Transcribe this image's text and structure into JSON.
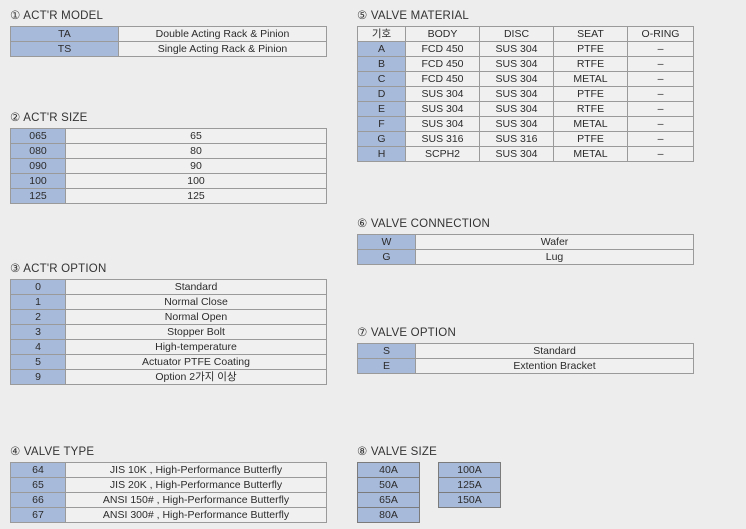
{
  "sections": {
    "actr_model": {
      "title": "① ACT'R MODEL",
      "rows": [
        {
          "code": "TA",
          "desc": "Double Acting Rack & Pinion"
        },
        {
          "code": "TS",
          "desc": "Single Acting Rack & Pinion"
        }
      ]
    },
    "actr_size": {
      "title": "② ACT'R SIZE",
      "rows": [
        {
          "code": "065",
          "desc": "65"
        },
        {
          "code": "080",
          "desc": "80"
        },
        {
          "code": "090",
          "desc": "90"
        },
        {
          "code": "100",
          "desc": "100"
        },
        {
          "code": "125",
          "desc": "125"
        }
      ]
    },
    "actr_option": {
      "title": "③ ACT'R OPTION",
      "rows": [
        {
          "code": "0",
          "desc": "Standard"
        },
        {
          "code": "1",
          "desc": "Normal Close"
        },
        {
          "code": "2",
          "desc": "Normal Open"
        },
        {
          "code": "3",
          "desc": "Stopper Bolt"
        },
        {
          "code": "4",
          "desc": "High-temperature"
        },
        {
          "code": "5",
          "desc": "Actuator PTFE Coating"
        },
        {
          "code": "9",
          "desc": "Option 2가지 이상"
        }
      ]
    },
    "valve_type": {
      "title": "④ VALVE TYPE",
      "rows": [
        {
          "code": "64",
          "desc": "JIS 10K , High-Performance Butterfly"
        },
        {
          "code": "65",
          "desc": "JIS 20K , High-Performance Butterfly"
        },
        {
          "code": "66",
          "desc": "ANSI 150# , High-Performance Butterfly"
        },
        {
          "code": "67",
          "desc": "ANSI 300# , High-Performance Butterfly"
        }
      ]
    },
    "valve_material": {
      "title": "⑤ VALVE MATERIAL",
      "headers": [
        "기호",
        "BODY",
        "DISC",
        "SEAT",
        "O-RING"
      ],
      "rows": [
        {
          "code": "A",
          "body": "FCD 450",
          "disc": "SUS 304",
          "seat": "PTFE",
          "oring": "–"
        },
        {
          "code": "B",
          "body": "FCD 450",
          "disc": "SUS 304",
          "seat": "RTFE",
          "oring": "–"
        },
        {
          "code": "C",
          "body": "FCD 450",
          "disc": "SUS 304",
          "seat": "METAL",
          "oring": "–"
        },
        {
          "code": "D",
          "body": "SUS 304",
          "disc": "SUS 304",
          "seat": "PTFE",
          "oring": "–"
        },
        {
          "code": "E",
          "body": "SUS 304",
          "disc": "SUS 304",
          "seat": "RTFE",
          "oring": "–"
        },
        {
          "code": "F",
          "body": "SUS 304",
          "disc": "SUS 304",
          "seat": "METAL",
          "oring": "–"
        },
        {
          "code": "G",
          "body": "SUS 316",
          "disc": "SUS 316",
          "seat": "PTFE",
          "oring": "–"
        },
        {
          "code": "H",
          "body": "SCPH2",
          "disc": "SUS 304",
          "seat": "METAL",
          "oring": "–"
        }
      ]
    },
    "valve_connection": {
      "title": "⑥ VALVE CONNECTION",
      "rows": [
        {
          "code": "W",
          "desc": "Wafer"
        },
        {
          "code": "G",
          "desc": "Lug"
        }
      ]
    },
    "valve_option": {
      "title": "⑦ VALVE OPTION",
      "rows": [
        {
          "code": "S",
          "desc": "Standard"
        },
        {
          "code": "E",
          "desc": "Extention Bracket"
        }
      ]
    },
    "valve_size": {
      "title": "⑧ VALVE SIZE",
      "column_left": [
        "40A",
        "50A",
        "65A",
        "80A"
      ],
      "column_right": [
        "100A",
        "125A",
        "150A"
      ]
    }
  },
  "colors": {
    "key_cell": "#a8bad9",
    "value_cell": "#f0f0f0",
    "page_background": "#ededed",
    "border": "#9a9a9a",
    "text": "#2b2b2b"
  }
}
